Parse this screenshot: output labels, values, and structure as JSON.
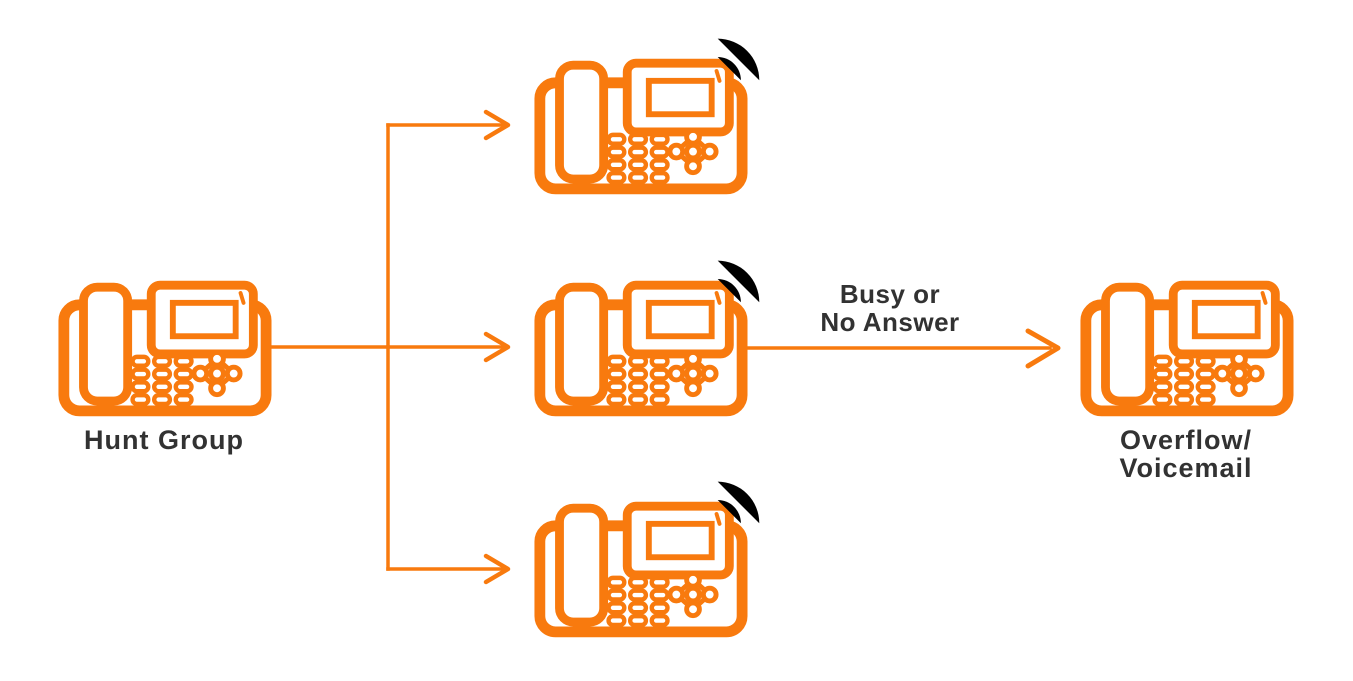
{
  "theme": {
    "accent": "#F87A0E",
    "label_color": "#323232",
    "background": "#FFFFFF"
  },
  "nodes": {
    "hunt_group": {
      "id": "hunt-group",
      "label": "Hunt Group",
      "icon": "desk-phone-icon",
      "ringing": false
    },
    "members": [
      {
        "id": "member-phone-1",
        "icon": "desk-phone-icon",
        "ringing": true
      },
      {
        "id": "member-phone-2",
        "icon": "desk-phone-icon",
        "ringing": true
      },
      {
        "id": "member-phone-3",
        "icon": "desk-phone-icon",
        "ringing": true
      }
    ],
    "overflow": {
      "id": "overflow-voicemail",
      "label": "Overflow/\nVoicemail",
      "icon": "desk-phone-icon",
      "ringing": false
    }
  },
  "edges": {
    "hunt_to_members": {
      "from": "hunt-group",
      "to": [
        "member-phone-1",
        "member-phone-2",
        "member-phone-3"
      ]
    },
    "members_to_overflow": {
      "from": "member-phone-2",
      "to": "overflow-voicemail",
      "label": "Busy or\nNo Answer"
    }
  }
}
